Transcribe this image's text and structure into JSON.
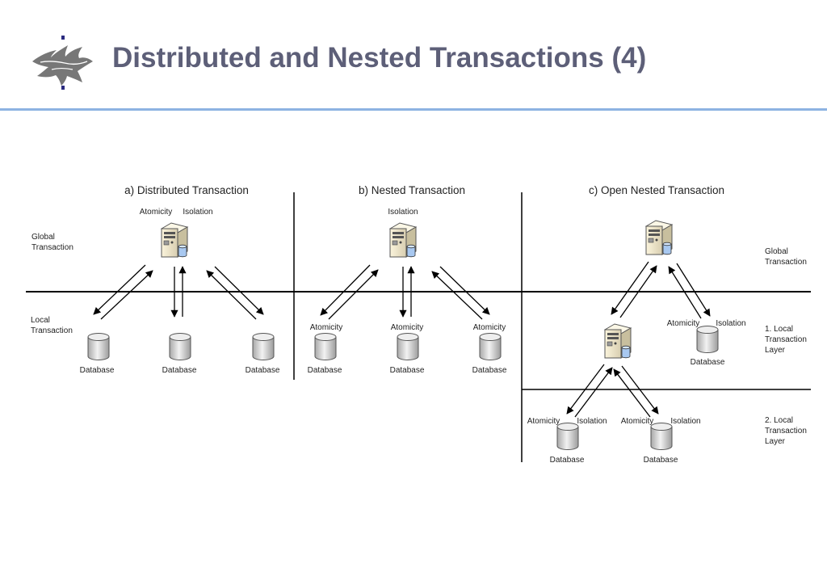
{
  "slide": {
    "title": "Distributed and Nested Transactions (4)",
    "title_color": "#5d5f78",
    "rule_color": "#8db3e2",
    "logo": "university-flame-logo"
  },
  "diagram": {
    "panels": {
      "a": {
        "heading": "a) Distributed Transaction",
        "server_labels": [
          "Atomicity",
          "Isolation"
        ],
        "databases": [
          "Database",
          "Database",
          "Database"
        ]
      },
      "b": {
        "heading": "b) Nested Transaction",
        "server_labels": [
          "Isolation"
        ],
        "db_labels": [
          "Atomicity",
          "Atomicity",
          "Atomicity"
        ],
        "databases": [
          "Database",
          "Database",
          "Database"
        ]
      },
      "c": {
        "heading": "c) Open Nested Transaction",
        "layer1_db_labels": [
          "Atomicity",
          "Isolation"
        ],
        "layer1_database": "Database",
        "layer2_db_labels": [
          "Atomicity",
          "Isolation",
          "Atomicity",
          "Isolation"
        ],
        "layer2_databases": [
          "Database",
          "Database"
        ]
      }
    },
    "layers": {
      "global_left": [
        "Global",
        "Transaction"
      ],
      "local_left": [
        "Local",
        "Transaction"
      ],
      "global_right": [
        "Global",
        "Transaction"
      ],
      "local1_right": [
        "1. Local",
        "Transaction",
        "Layer"
      ],
      "local2_right": [
        "2. Local",
        "Transaction",
        "Layer"
      ]
    }
  }
}
